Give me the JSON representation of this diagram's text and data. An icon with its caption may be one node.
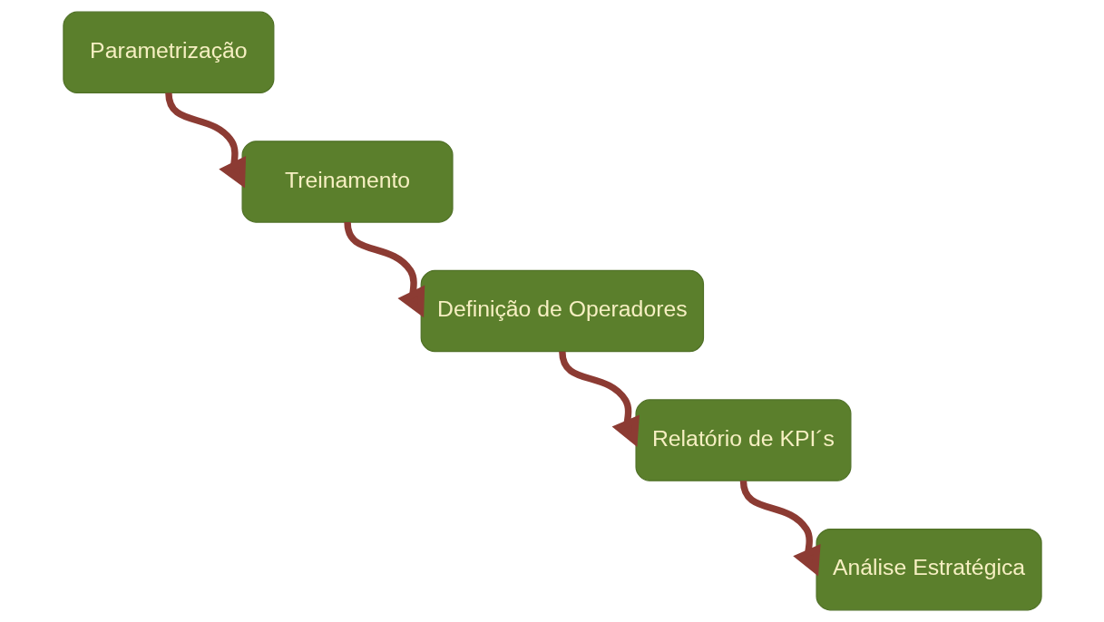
{
  "diagram": {
    "nodes": [
      {
        "text": [
          "Parametrização"
        ]
      },
      {
        "text": [
          "Treinamento"
        ]
      },
      {
        "text": [
          "Definição de Operadores"
        ]
      },
      {
        "text": [
          "Relatório de KPI´s"
        ]
      },
      {
        "text": [
          "Análise Estratégica"
        ]
      }
    ],
    "edges": [
      {
        "from": 0,
        "to": 1,
        "arrow": "to"
      },
      {
        "from": 1,
        "to": 2,
        "arrow": "to"
      },
      {
        "from": 2,
        "to": 3,
        "arrow": "to"
      },
      {
        "from": 3,
        "to": 4,
        "arrow": "to"
      }
    ]
  }
}
